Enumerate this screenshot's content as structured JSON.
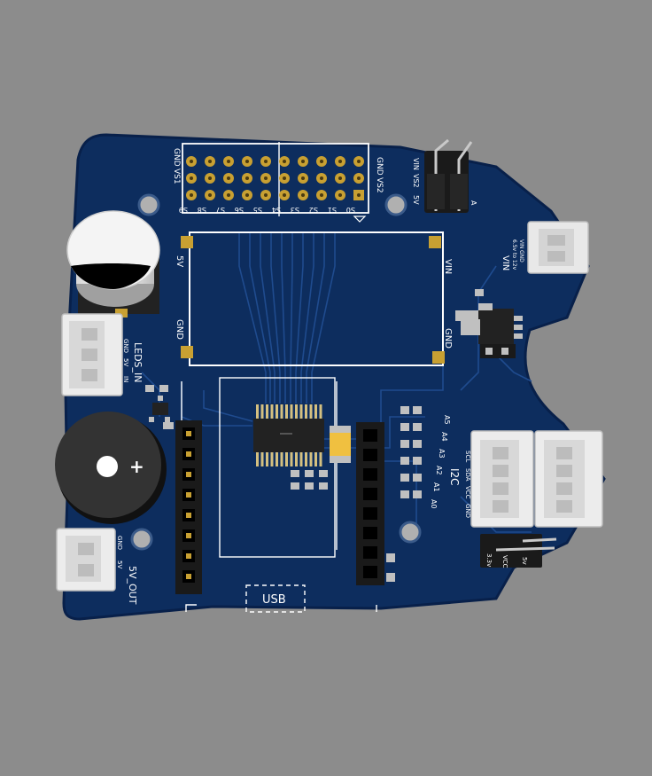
{
  "colors": {
    "background": "#8c8c8c",
    "board": "#0d2d5e",
    "board_edge": "#08204a",
    "copper_trace": "#1e4a8c",
    "pad_gold": "#c8a032",
    "silkscreen": "#ffffff",
    "connector_white": "#f0f0f0",
    "header_black": "#1a1a1a",
    "smd_yellow": "#f0c040"
  },
  "labels": {
    "servo_gnd_left": "GND",
    "servo_vs1": "VS1",
    "servo_gnd_right": "GND",
    "servo_vs2": "VS2",
    "servo_channels": [
      "S9",
      "S8",
      "S7",
      "S6",
      "S5",
      "S4",
      "S3",
      "S2",
      "S1",
      "S0"
    ],
    "power_header_vin": "VIN",
    "power_header_vs2": "VS2",
    "power_header_5v": "5V",
    "power_header_a": "A",
    "module_5v": "5V",
    "module_gnd_left": "GND",
    "module_vin": "VIN",
    "module_gnd_right": "GND",
    "vin_title": "VIN",
    "vin_range": "6.5v to 12v",
    "vin_gnd": "GND",
    "vin_v": "VIN",
    "leds_title": "LEDS_IN",
    "leds_gnd": "GND",
    "leds_5v": "5V",
    "leds_in": "IN",
    "analog_pins": [
      "A5",
      "A4",
      "A3",
      "A2",
      "A1",
      "A0"
    ],
    "i2c_title": "I2C",
    "i2c_pins": [
      "GND",
      "VCC",
      "SDA",
      "SCL"
    ],
    "vcc_select_33": "3.3v",
    "vcc_select_vcc": "VCC",
    "vcc_select_5v": "5v",
    "out_title": "5V_OUT",
    "out_gnd": "GND",
    "out_5v": "5V",
    "usb": "USB",
    "buzzer_plus": "+"
  }
}
